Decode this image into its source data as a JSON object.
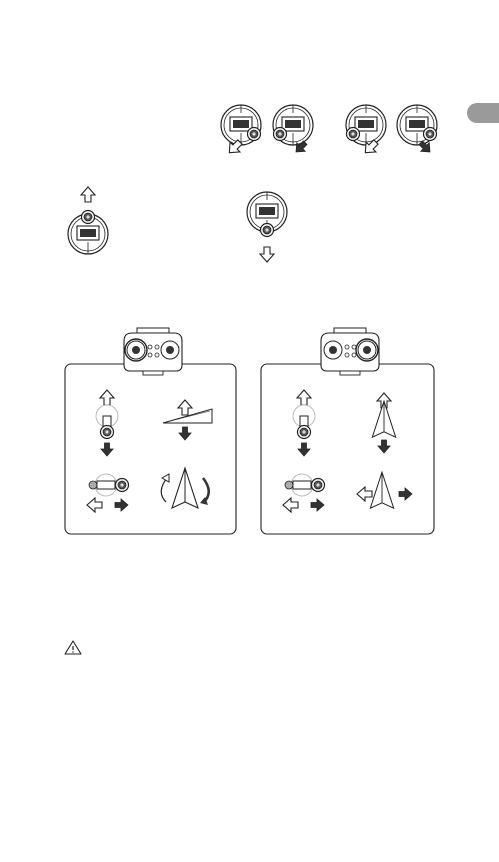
{
  "page": {
    "language_tab_color": "#9a9a9a",
    "line_color": "#222222",
    "accent_color": "#333333"
  },
  "figures": {
    "landing_sequence": {
      "description_icons": [
        "stick-down-left-outline-arrow",
        "stick-down-left-filled-arrow",
        "stick-down-right-outline-arrow",
        "stick-down-right-filled-arrow"
      ]
    },
    "throttle_sticks": {
      "icons": [
        "stick-up-arrow-icon",
        "stick-down-arrow-icon"
      ]
    },
    "control_panels": [
      {
        "side": "left",
        "icons": [
          "throttle-stick-icon",
          "altitude-ramp-icon",
          "yaw-stick-icon",
          "rotate-aircraft-icon"
        ]
      },
      {
        "side": "right",
        "icons": [
          "pitch-stick-icon",
          "forward-backward-aircraft-icon",
          "roll-stick-icon",
          "left-right-aircraft-icon"
        ]
      }
    ]
  },
  "warning": {
    "icon": "warning-triangle-icon"
  }
}
